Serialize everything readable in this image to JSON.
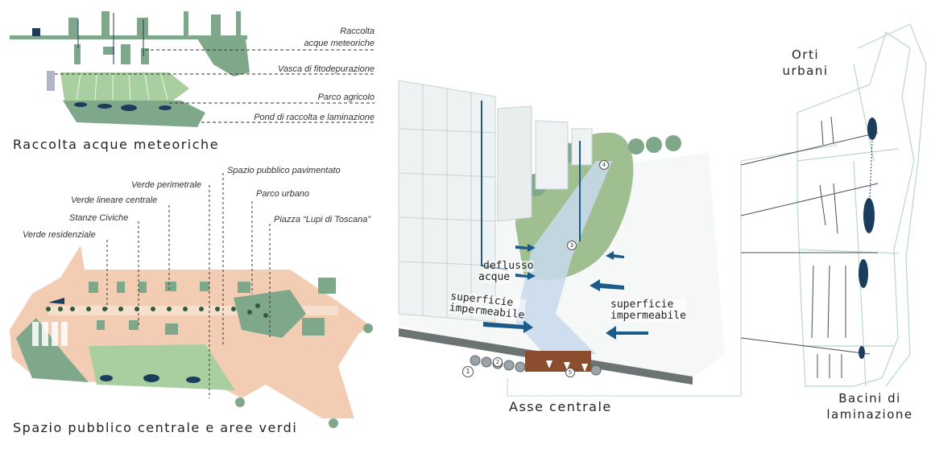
{
  "rainwater": {
    "title": "Raccolta acque meteoriche",
    "labels": [
      "Raccolta",
      "acque meteoriche",
      "Vasca di fitodepurazione",
      "Parco agricolo",
      "Pond di raccolta e laminazione"
    ]
  },
  "public_space": {
    "title": "Spazio pubblico centrale e aree verdi",
    "labels": [
      "Spazio pubblico pavimentato",
      "Verde perimetrale",
      "Verde lineare centrale",
      "Parco urbano",
      "Stanze Civiche",
      "Piazza “Lupi di Toscana”",
      "Verde residenziale"
    ]
  },
  "section": {
    "deflusso": [
      "deflusso",
      "acque"
    ],
    "left_surface": [
      "superficie",
      "impermeabile"
    ],
    "right_surface": [
      "superficie",
      "impermeabile"
    ],
    "axis": "Asse centrale",
    "markers": [
      "1",
      "2",
      "3",
      "4",
      "5"
    ]
  },
  "right_plan": {
    "top": [
      "Orti",
      "urbani"
    ],
    "bottom": [
      "Bacini di",
      "laminazione"
    ]
  },
  "colors": {
    "green": "#7fa88a",
    "light_green": "#a9cfa0",
    "pink": "#f2cdb4",
    "blue": "#1c5a8a",
    "dark": "#1a3d5c",
    "line": "#b9d8c6"
  }
}
